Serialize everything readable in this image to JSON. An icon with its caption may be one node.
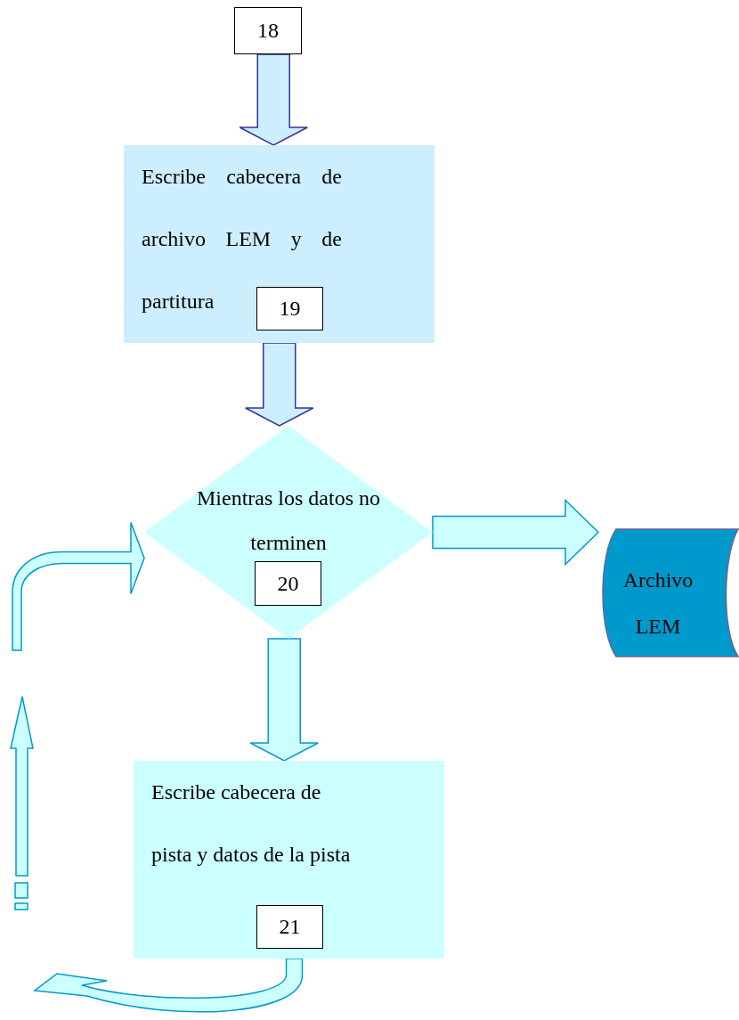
{
  "diagram": {
    "nodes": [
      {
        "text": [
          "18"
        ]
      },
      {
        "text": [
          "Escribe cabecera de archivo LEM y de partitura"
        ]
      },
      {
        "text": [
          "19"
        ],
        "in": 1
      },
      {
        "text": [
          "Mientras los datos no terminen"
        ]
      },
      {
        "text": [
          "20"
        ],
        "in": 3
      },
      {
        "text": [
          "Archivo LEM"
        ]
      },
      {
        "text": [
          "Escribe cabecera de pista y datos de la pista"
        ]
      },
      {
        "text": [
          "21"
        ],
        "in": 6
      }
    ],
    "edges": [
      {
        "from": 0,
        "to": 1,
        "arrow": "to",
        "color": "#333399"
      },
      {
        "from": 1,
        "to": 3,
        "arrow": "to",
        "color": "#333399"
      },
      {
        "from": 3,
        "to": 5,
        "arrow": "to"
      },
      {
        "from": 3,
        "to": 6,
        "arrow": "to"
      },
      {
        "from": 6,
        "to": 3,
        "arrow": "to"
      }
    ]
  }
}
